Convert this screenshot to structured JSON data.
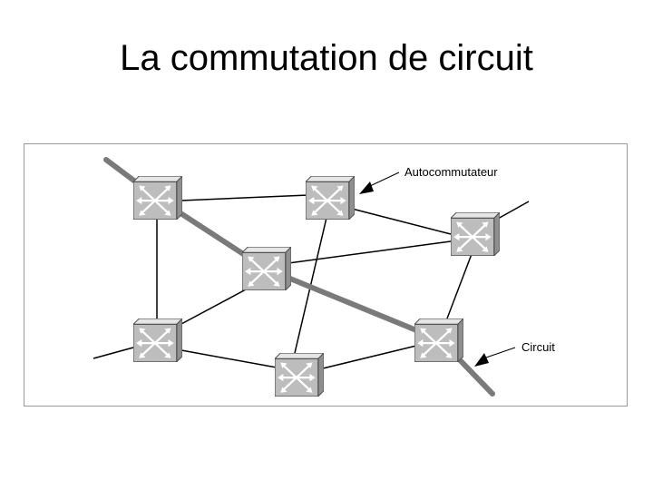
{
  "title": "La commutation de circuit",
  "labels": {
    "switch": "Autocommutateur",
    "circuit": "Circuit"
  },
  "colors": {
    "background": "#ffffff",
    "switch_face": "#bdbdbd",
    "circuit_path": "#7a7a7a",
    "link": "#000000"
  }
}
